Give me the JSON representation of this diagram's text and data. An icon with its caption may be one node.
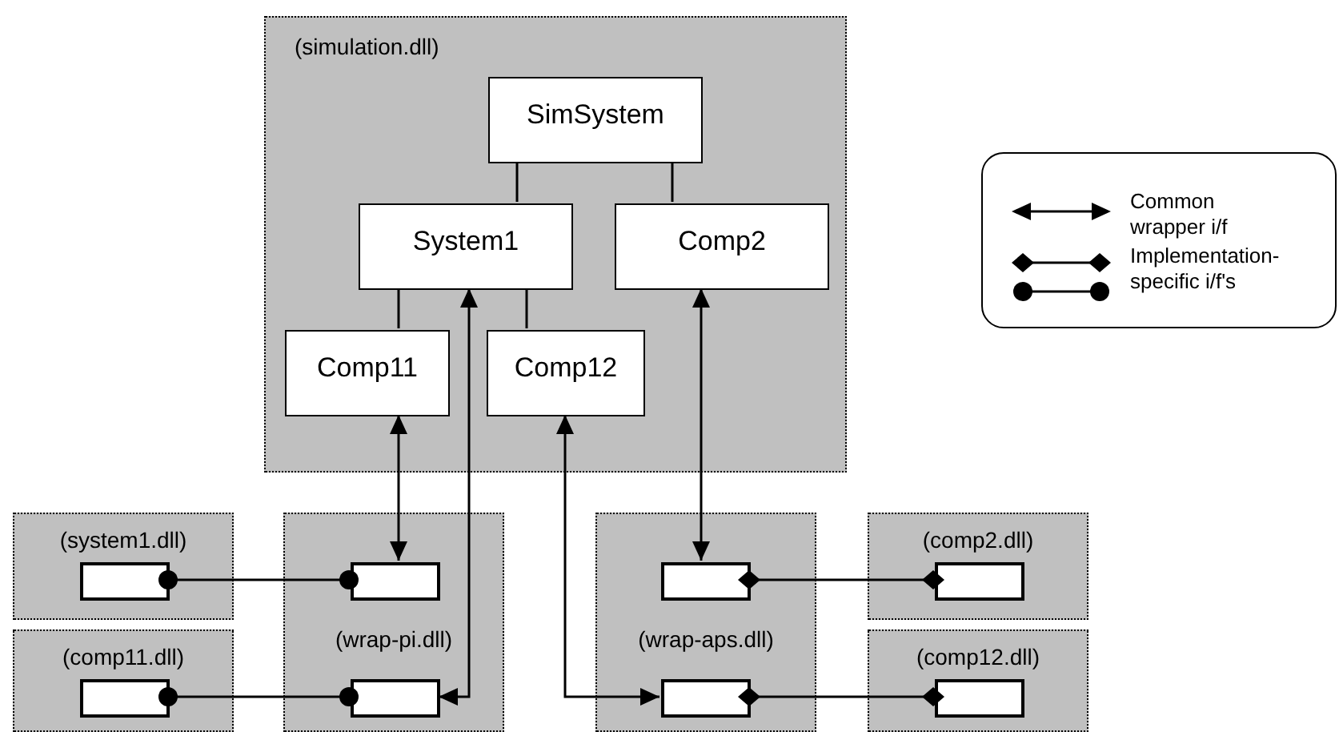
{
  "diagram": {
    "nodes": [
      {
        "text": [
          "(simulation.dll)"
        ]
      },
      {
        "text": [
          "SimSystem"
        ],
        "in": 0
      },
      {
        "text": [
          "System1"
        ],
        "in": 0
      },
      {
        "text": [
          "Comp2"
        ],
        "in": 0
      },
      {
        "text": [
          "Comp11"
        ],
        "in": 0
      },
      {
        "text": [
          "Comp12"
        ],
        "in": 0
      },
      {
        "text": [
          "(system1.dll)"
        ]
      },
      {
        "text": [],
        "shape": "box",
        "in": 6
      },
      {
        "text": [
          "(comp11.dll)"
        ]
      },
      {
        "text": [],
        "shape": "box",
        "in": 8
      },
      {
        "text": [
          "(wrap-pi.dll)"
        ]
      },
      {
        "text": [],
        "shape": "box",
        "in": 10
      },
      {
        "text": [],
        "shape": "box",
        "in": 10
      },
      {
        "text": [
          "(wrap-aps.dll)"
        ]
      },
      {
        "text": [],
        "shape": "box",
        "in": 13
      },
      {
        "text": [],
        "shape": "box",
        "in": 13
      },
      {
        "text": [
          "(comp2.dll)"
        ]
      },
      {
        "text": [],
        "shape": "box",
        "in": 16
      },
      {
        "text": [
          "(comp12.dll)"
        ]
      },
      {
        "text": [],
        "shape": "box",
        "in": 18
      }
    ],
    "edges": [
      {
        "from": 1,
        "to": 2,
        "arrow": "none"
      },
      {
        "from": 1,
        "to": 3,
        "arrow": "none"
      },
      {
        "from": 2,
        "to": 4,
        "arrow": "none"
      },
      {
        "from": 2,
        "to": 5,
        "arrow": "none"
      },
      {
        "from": 4,
        "to": 11,
        "arrow": "both"
      },
      {
        "from": 2,
        "to": 12,
        "arrow": "both"
      },
      {
        "from": 5,
        "to": 15,
        "arrow": "both"
      },
      {
        "from": 3,
        "to": 14,
        "arrow": "both"
      },
      {
        "from": 7,
        "to": 11,
        "arrow": "other"
      },
      {
        "from": 9,
        "to": 12,
        "arrow": "other"
      },
      {
        "from": 14,
        "to": 17,
        "arrow": "other"
      },
      {
        "from": 15,
        "to": 19,
        "arrow": "other"
      }
    ],
    "legend": [
      {
        "text": "Common wrapper i/f"
      },
      {
        "text": "Implementation-specific i/f's"
      }
    ]
  }
}
